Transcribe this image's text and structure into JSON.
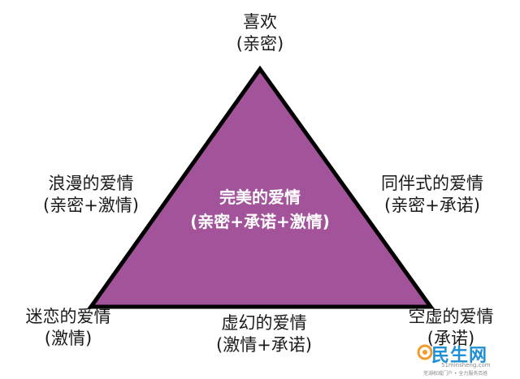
{
  "colors": {
    "triangle_fill": "#a2539a",
    "triangle_stroke": "#000000",
    "text": "#1a1a1a",
    "center_text": "#ffffff",
    "watermark_blue": "#1f8fd6",
    "watermark_orange": "#f29a2e"
  },
  "top": {
    "line1": "喜欢",
    "line2": "(亲密)"
  },
  "left_edge": {
    "line1": "浪漫的爱情",
    "line2": "(亲密+激情)"
  },
  "right_edge": {
    "line1": "同伴式的爱情",
    "line2": "(亲密+承诺)"
  },
  "center": {
    "line1": "完美的爱情",
    "line2": "(亲密+承诺+激情)"
  },
  "bottom_left": {
    "line1": "迷恋的爱情",
    "line2": "(激情)"
  },
  "bottom_edge": {
    "line1": "虚幻的爱情",
    "line2": "(激情+承诺)"
  },
  "bottom_right": {
    "line1": "空虚的爱情",
    "line2": "(承诺)"
  },
  "watermark": {
    "title": "民生网",
    "domain": "51minsheng.com",
    "tagline": "芜湖权威门户 • 全力服务百姓"
  }
}
